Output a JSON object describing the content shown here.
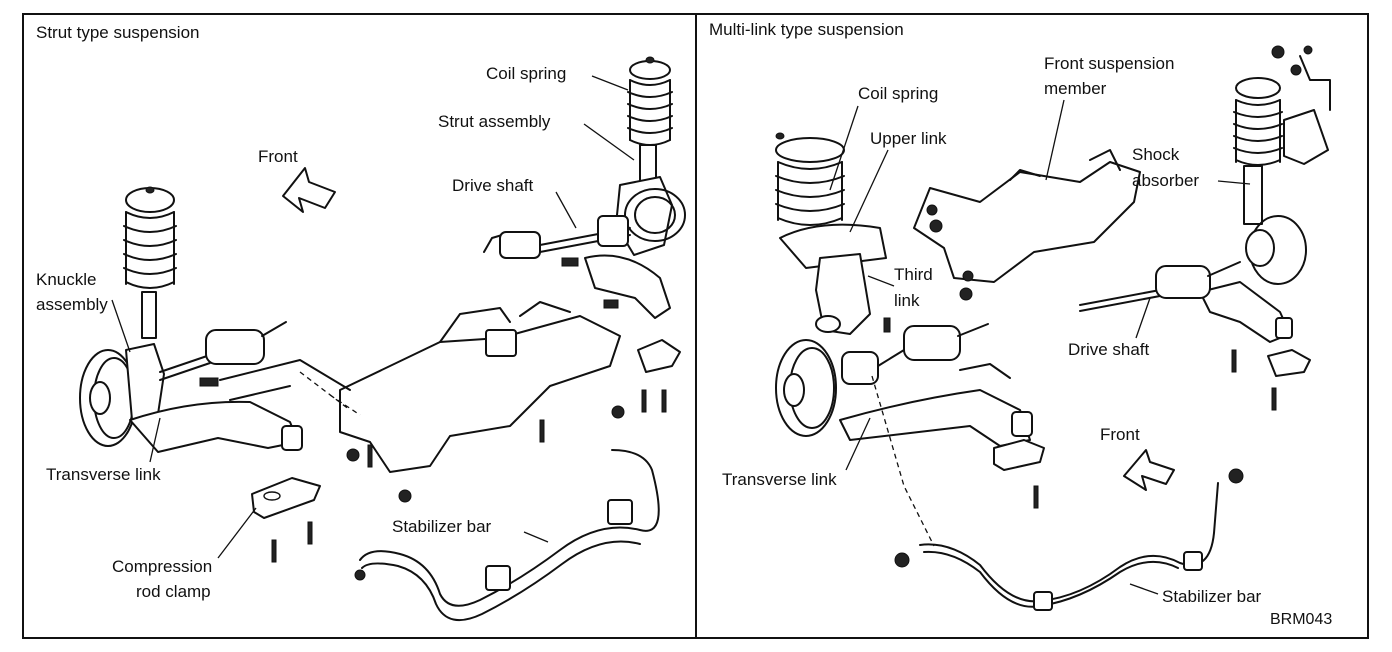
{
  "panels": {
    "left": {
      "title": "Strut type suspension",
      "labels": {
        "coil_spring": "Coil spring",
        "strut_assembly": "Strut assembly",
        "front": "Front",
        "drive_shaft": "Drive shaft",
        "knuckle_line1": "Knuckle",
        "knuckle_line2": "assembly",
        "transverse_link": "Transverse link",
        "compression_line1": "Compression",
        "compression_line2": "rod clamp",
        "stabilizer_bar": "Stabilizer bar"
      }
    },
    "right": {
      "title": "Multi-link type suspension",
      "labels": {
        "coil_spring": "Coil spring",
        "upper_link": "Upper link",
        "front_member_line1": "Front suspension",
        "front_member_line2": "member",
        "shock_line1": "Shock",
        "shock_line2": "absorber",
        "third_link_line1": "Third",
        "third_link_line2": "link",
        "drive_shaft": "Drive shaft",
        "front": "Front",
        "transverse_link": "Transverse link",
        "stabilizer_bar": "Stabilizer bar"
      }
    }
  },
  "figure_code": "BRM043"
}
